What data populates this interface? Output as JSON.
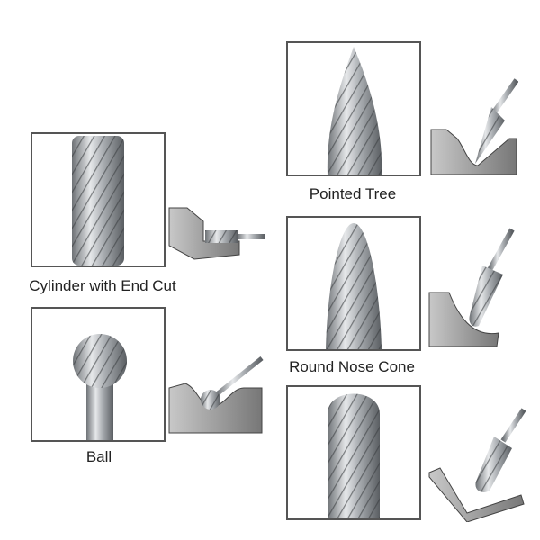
{
  "products": [
    {
      "id": "pointed-tree",
      "label": "Pointed Tree"
    },
    {
      "id": "round-nose-cone",
      "label": "Round Nose Cone"
    },
    {
      "id": "cylinder-end-cut",
      "label": "Cylinder with End Cut"
    },
    {
      "id": "ball",
      "label": "Ball"
    },
    {
      "id": "cylinder-radius-end",
      "label": ""
    }
  ],
  "colors": {
    "border": "#555555",
    "metal": "#b8bcc0",
    "workpiece": "#9a9a9a"
  }
}
